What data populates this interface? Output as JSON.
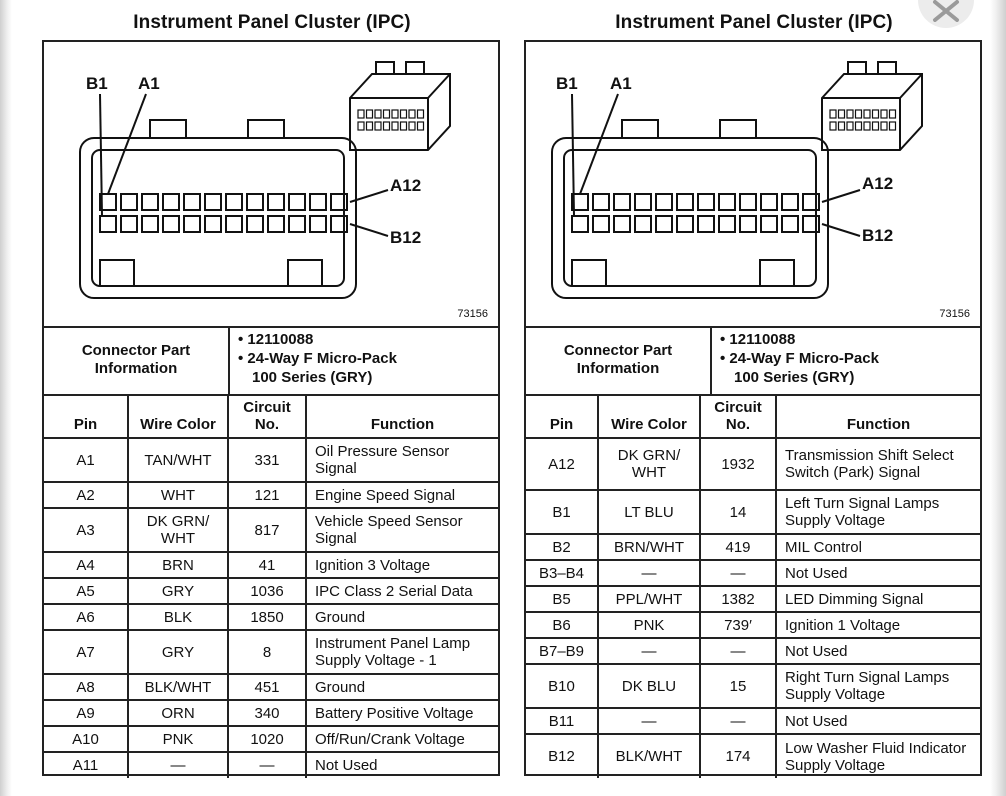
{
  "window": {
    "close_icon": "close-icon"
  },
  "colors": {
    "ink": "#111111",
    "frame": "#222222",
    "background": "#ffffff"
  },
  "panels": [
    {
      "title": "Instrument Panel Cluster (IPC)",
      "labels": {
        "b1": "B1",
        "a1": "A1",
        "a12": "A12",
        "b12": "B12"
      },
      "figure_number": "73156",
      "connector_info": {
        "label": "Connector Part Information",
        "line1": "• 12110088",
        "line2": "• 24-Way F Micro-Pack",
        "line3": "100 Series (GRY)"
      },
      "headers": {
        "pin": "Pin",
        "wire_color": "Wire Color",
        "circuit_no": "Circuit No.",
        "function": "Function"
      },
      "rows": [
        {
          "pin": "A1",
          "wire": "TAN/WHT",
          "circuit": "331",
          "function": "Oil Pressure Sensor Signal"
        },
        {
          "pin": "A2",
          "wire": "WHT",
          "circuit": "121",
          "function": "Engine Speed Signal"
        },
        {
          "pin": "A3",
          "wire": "DK GRN/ WHT",
          "circuit": "817",
          "function": "Vehicle Speed Sensor Signal"
        },
        {
          "pin": "A4",
          "wire": "BRN",
          "circuit": "41",
          "function": "Ignition 3 Voltage"
        },
        {
          "pin": "A5",
          "wire": "GRY",
          "circuit": "1036",
          "function": "IPC Class 2 Serial Data"
        },
        {
          "pin": "A6",
          "wire": "BLK",
          "circuit": "1850",
          "function": "Ground"
        },
        {
          "pin": "A7",
          "wire": "GRY",
          "circuit": "8",
          "function": "Instrument Panel Lamp Supply Voltage - 1"
        },
        {
          "pin": "A8",
          "wire": "BLK/WHT",
          "circuit": "451",
          "function": "Ground"
        },
        {
          "pin": "A9",
          "wire": "ORN",
          "circuit": "340",
          "function": "Battery Positive Voltage"
        },
        {
          "pin": "A10",
          "wire": "PNK",
          "circuit": "1020",
          "function": "Off/Run/Crank Voltage"
        },
        {
          "pin": "A11",
          "wire": "—",
          "circuit": "—",
          "function": "Not Used"
        }
      ]
    },
    {
      "title": "Instrument Panel Cluster (IPC)",
      "labels": {
        "b1": "B1",
        "a1": "A1",
        "a12": "A12",
        "b12": "B12"
      },
      "figure_number": "73156",
      "connector_info": {
        "label": "Connector Part Information",
        "line1": "• 12110088",
        "line2": "• 24-Way F Micro-Pack",
        "line3": "100 Series (GRY)"
      },
      "headers": {
        "pin": "Pin",
        "wire_color": "Wire Color",
        "circuit_no": "Circuit No.",
        "function": "Function"
      },
      "rows": [
        {
          "pin": "A12",
          "wire": "DK GRN/ WHT",
          "circuit": "1932",
          "function": "Transmission Shift Select Switch (Park) Signal"
        },
        {
          "pin": "B1",
          "wire": "LT BLU",
          "circuit": "14",
          "function": "Left Turn Signal Lamps Supply Voltage"
        },
        {
          "pin": "B2",
          "wire": "BRN/WHT",
          "circuit": "419",
          "function": "MIL Control"
        },
        {
          "pin": "B3–B4",
          "wire": "—",
          "circuit": "—",
          "function": "Not Used"
        },
        {
          "pin": "B5",
          "wire": "PPL/WHT",
          "circuit": "1382",
          "function": "LED Dimming Signal"
        },
        {
          "pin": "B6",
          "wire": "PNK",
          "circuit": "739′",
          "function": "Ignition 1 Voltage"
        },
        {
          "pin": "B7–B9",
          "wire": "—",
          "circuit": "—",
          "function": "Not Used"
        },
        {
          "pin": "B10",
          "wire": "DK BLU",
          "circuit": "15",
          "function": "Right Turn Signal Lamps Supply Voltage"
        },
        {
          "pin": "B11",
          "wire": "—",
          "circuit": "—",
          "function": "Not Used"
        },
        {
          "pin": "B12",
          "wire": "BLK/WHT",
          "circuit": "174",
          "function": "Low Washer Fluid Indicator Supply Voltage"
        }
      ]
    }
  ]
}
